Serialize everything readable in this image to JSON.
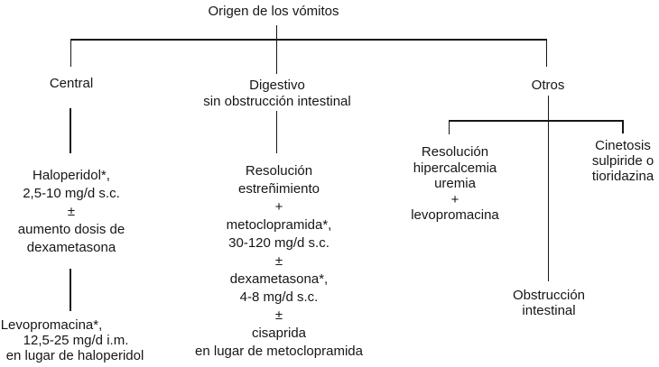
{
  "diagram": {
    "title": "Origen de los vómitos",
    "text_color": "#161616",
    "branches": {
      "central": {
        "label": "Central",
        "treatment_primary": "Haloperidol*,\n2,5-10 mg/d s.c.\n±\naumento dosis de\ndexametasona",
        "treatment_secondary": [
          "Levopromacina*,",
          "12,5-25 mg/d i.m.",
          "en lugar de haloperidol"
        ]
      },
      "digestivo": {
        "label": "Digestivo\nsin obstrucción intestinal",
        "treatment": "Resolución\nestreñimiento\n+\nmetoclopramida*,\n30-120 mg/d s.c.\n±\ndexametasona*,\n4-8 mg/d s.c.\n±\ncisaprida\nen lugar de metoclopramida"
      },
      "otros": {
        "label": "Otros",
        "option_resolucion": "Resolución\nhipercalcemia\nuremia\n+\nlevopromacina",
        "option_cinetosis": "Cinetosis\nsulpiride o\ntioridazina",
        "option_obstruccion": "Obstrucción\nintestinal"
      }
    }
  }
}
